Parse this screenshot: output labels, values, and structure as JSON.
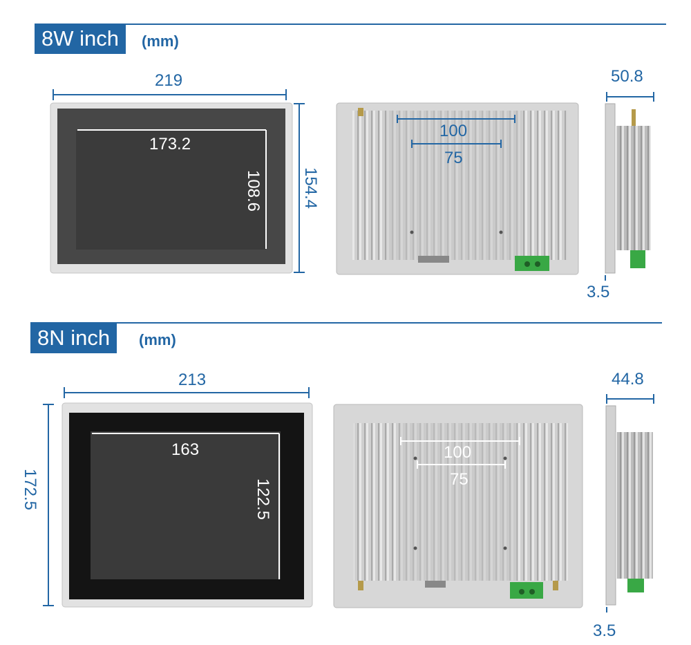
{
  "unit_label": "(mm)",
  "colors": {
    "accent": "#2266a4",
    "bezel": "#dcdcdc",
    "screen": "#3a3a3a",
    "heatsink": "#c9c9c9",
    "terminal": "#39a845"
  },
  "model_8w": {
    "title": "8W inch",
    "width": "219",
    "height": "154.4",
    "screen_width": "173.2",
    "screen_height": "108.6",
    "vesa_outer": "100",
    "vesa_inner": "75",
    "depth": "50.8",
    "bezel_depth": "3.5"
  },
  "model_8n": {
    "title": "8N inch",
    "width": "213",
    "height": "172.5",
    "screen_width": "163",
    "screen_height": "122.5",
    "vesa_outer": "100",
    "vesa_inner": "75",
    "depth": "44.8",
    "bezel_depth": "3.5"
  }
}
